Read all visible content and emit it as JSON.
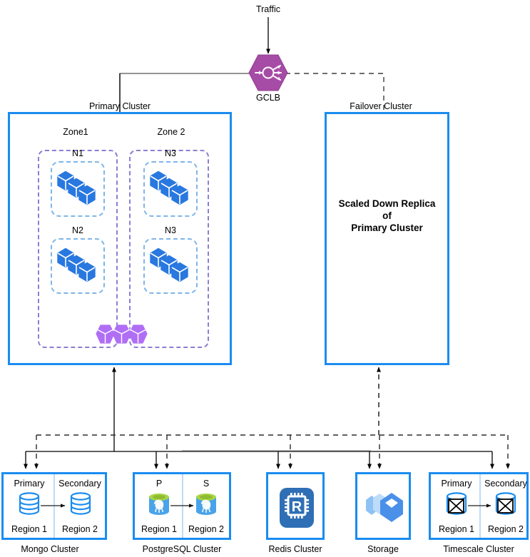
{
  "diagram": {
    "traffic_label": "Traffic",
    "gclb": {
      "label": "GCLB",
      "icon": "load-balancer-icon",
      "color": "#a64ca6"
    }
  },
  "primary_cluster": {
    "title": "Primary Cluster",
    "border_color": "#1a8cf0",
    "zones": [
      {
        "title": "Zone1",
        "nodes": [
          {
            "title": "N1",
            "pods_icon": "kubernetes-pods-icon",
            "pod_count": 3
          },
          {
            "title": "N2",
            "pods_icon": "kubernetes-pods-icon",
            "pod_count": 3
          }
        ]
      },
      {
        "title": "Zone 2",
        "nodes": [
          {
            "title": "N3",
            "pods_icon": "kubernetes-pods-icon",
            "pod_count": 3
          },
          {
            "title": "N3",
            "pods_icon": "kubernetes-pods-icon",
            "pod_count": 3
          }
        ]
      }
    ],
    "extra_pods": {
      "icon": "hexagon-pods-icon",
      "count": 3,
      "color": "#b06ef5"
    }
  },
  "failover_cluster": {
    "title": "Failover Cluster",
    "body_line1": "Scaled Down Replica",
    "body_line2": "of",
    "body_line3": "Primary Cluster",
    "border_color": "#1a8cf0"
  },
  "services": [
    {
      "caption": "Mongo Cluster",
      "kind": "two-region",
      "icon": "mongodb-icon",
      "left": {
        "role": "Primary",
        "region": "Region 1"
      },
      "right": {
        "role": "Secondary",
        "region": "Region 2"
      }
    },
    {
      "caption": "PostgreSQL Cluster",
      "kind": "two-region",
      "icon": "postgresql-icon",
      "left": {
        "role": "P",
        "region": "Region 1"
      },
      "right": {
        "role": "S",
        "region": "Region 2"
      }
    },
    {
      "caption": "Redis Cluster",
      "kind": "single",
      "icon": "redis-icon"
    },
    {
      "caption": "Storage",
      "kind": "single",
      "icon": "cloud-storage-icon"
    },
    {
      "caption": "Timescale Cluster",
      "kind": "two-region",
      "icon": "timescaledb-icon",
      "left": {
        "role": "Primary",
        "region": "Region 1"
      },
      "right": {
        "role": "Secondary",
        "region": "Region 2"
      }
    }
  ],
  "colors": {
    "cluster_border": "#1a8cf0",
    "zone_border": "#8b7fd4",
    "node_border": "#7eb6e8",
    "gclb_fill": "#a64ca6",
    "pod_blue": "#2878e0",
    "pod_purple": "#b06ef5",
    "solid_link": "#000000",
    "dashed_link": "#4d4d4d"
  }
}
